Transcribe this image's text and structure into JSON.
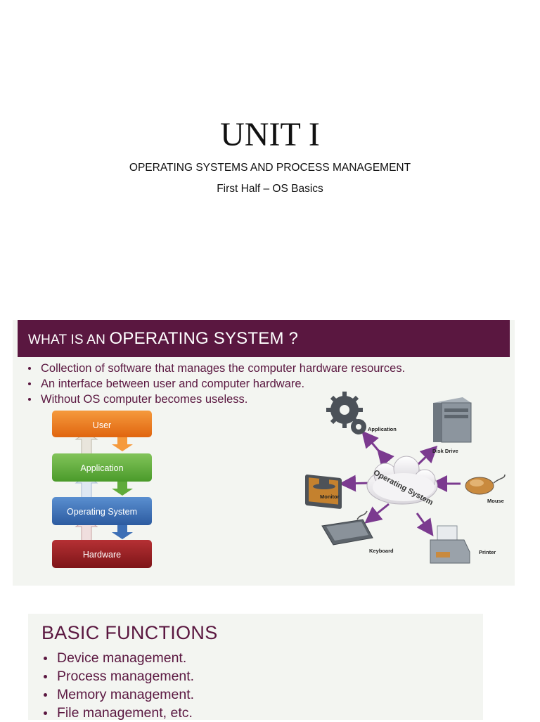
{
  "cover": {
    "title": "UNIT I",
    "subtitle": "OPERATING SYSTEMS AND PROCESS MANAGEMENT",
    "section": "First Half – OS Basics"
  },
  "slide1": {
    "title_prefix": "WHAT IS AN ",
    "title_main": "OPERATING SYSTEM ?",
    "bullets": [
      "Collection of software that manages the computer hardware resources.",
      "An interface between user and computer hardware.",
      "Without OS computer becomes useless."
    ],
    "layers": [
      {
        "label": "User",
        "color": "#f07d1a"
      },
      {
        "label": "Application",
        "color": "#5fab3a"
      },
      {
        "label": "Operating System",
        "color": "#3c6fb6"
      },
      {
        "label": "Hardware",
        "color": "#9c1f22"
      }
    ],
    "diagram": {
      "center": "Operating System",
      "devices": [
        "Application",
        "Disk Drive",
        "Monitor",
        "Mouse",
        "Keyboard",
        "Printer"
      ],
      "arrow_color": "#7b3a8f"
    }
  },
  "slide2": {
    "heading": "BASIC FUNCTIONS",
    "bullets": [
      "Device management.",
      "Process management.",
      "Memory management.",
      "File management, etc."
    ]
  }
}
